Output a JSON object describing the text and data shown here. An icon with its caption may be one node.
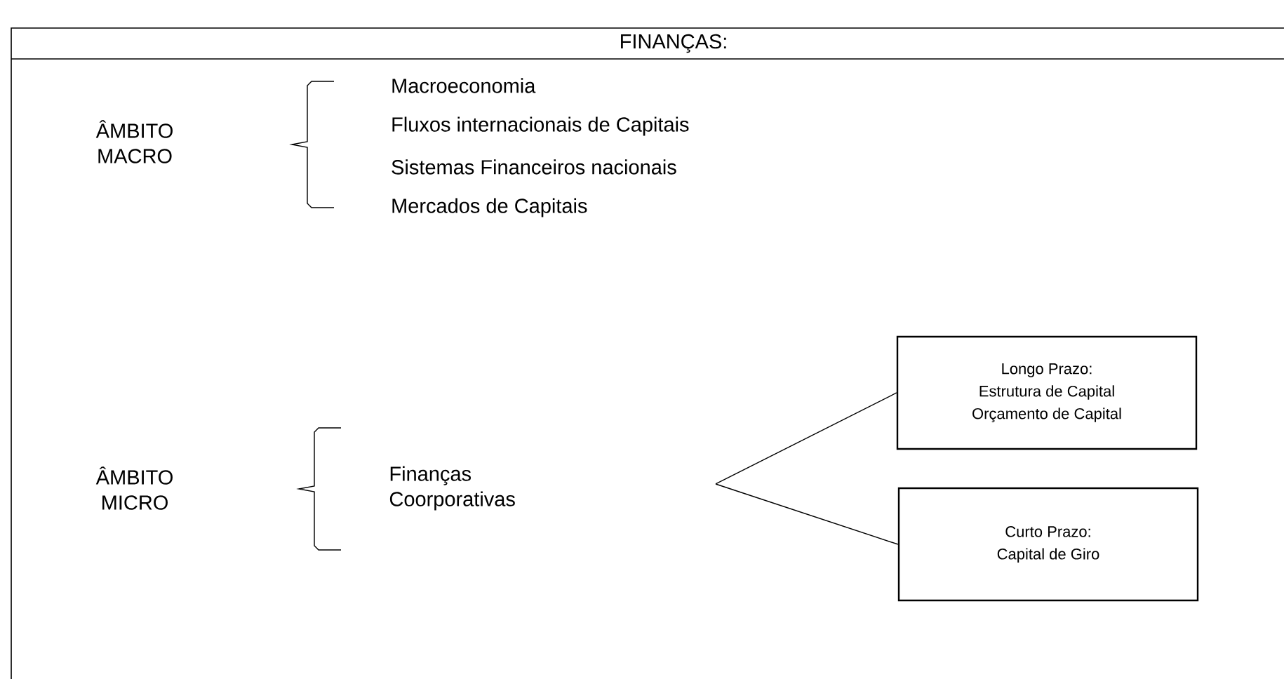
{
  "diagram": {
    "title": "FINANÇAS:",
    "nodes": [
      {
        "text": [
          "Finanças Coorporativas"
        ]
      },
      {
        "text": [
          "Longo Prazo:",
          "Estrutura de Capital",
          "Orçamento de Capital"
        ]
      },
      {
        "text": [
          "Curto Prazo:",
          "Capital de Giro"
        ]
      }
    ],
    "edges": [
      {
        "from": null,
        "to": 1,
        "arrow": "none"
      },
      {
        "from": null,
        "to": 2,
        "arrow": "none"
      }
    ],
    "labels": [
      "ÂMBITO MACRO",
      "Macroeconomia",
      "Fluxos internacionais de Capitais",
      "Sistemas Financeiros nacionais",
      "Mercados de Capitais",
      "ÂMBITO MICRO"
    ]
  }
}
